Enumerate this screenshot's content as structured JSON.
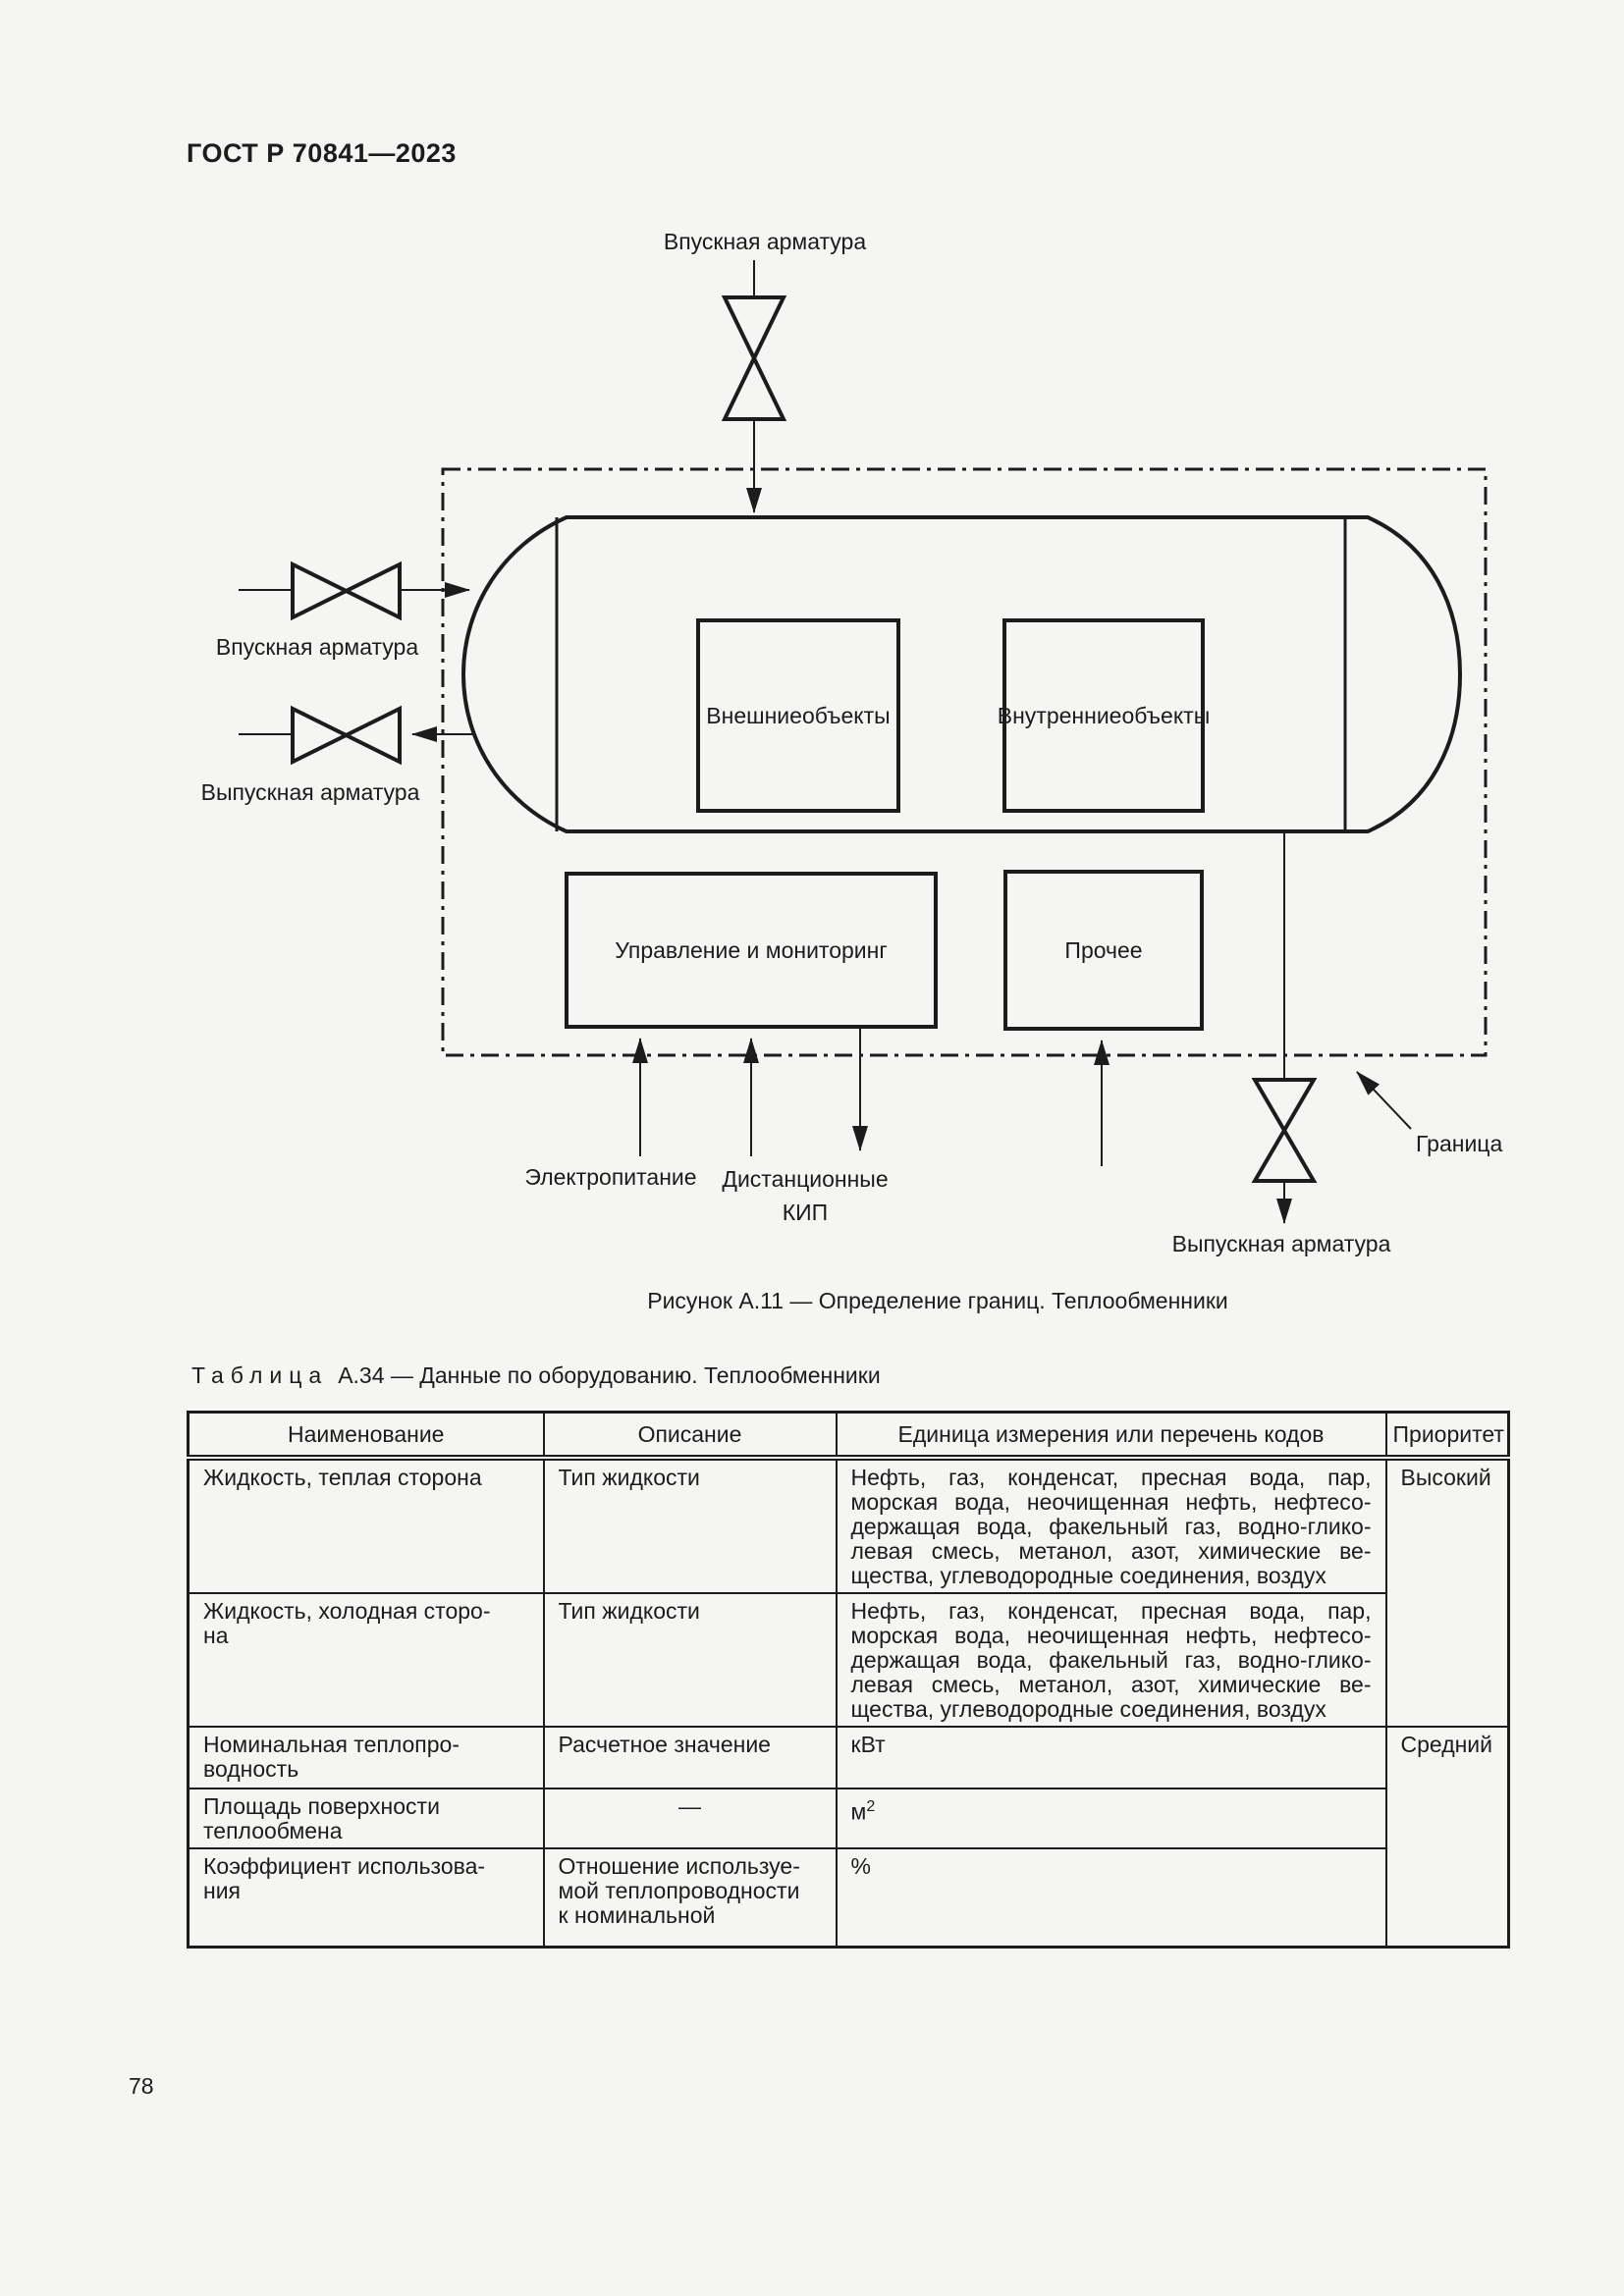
{
  "page": {
    "header": "ГОСТ Р 70841—2023",
    "number": "78"
  },
  "figure": {
    "caption": "Рисунок А.11 — Определение границ. Теплообменники",
    "labels": {
      "inlet_top": "Впускная арматура",
      "inlet_left": "Впускная арматура",
      "outlet_left": "Выпускная арматура",
      "power": "Электропитание",
      "remote": [
        "Дистанционные",
        "КИП"
      ],
      "outlet_bottom": "Выпускная арматура",
      "boundary": "Граница"
    },
    "blocks": {
      "external": [
        "Внешние",
        "объекты"
      ],
      "internal": [
        "Внутренние",
        "объекты"
      ],
      "control": "Управление и мониторинг",
      "other": "Прочее"
    }
  },
  "table": {
    "title_word": "Таблица",
    "title_rest": "А.34 — Данные по оборудованию. Теплообменники",
    "headers": [
      "Наименование",
      "Описание",
      "Единица измерения или перечень кодов",
      "Приоритет"
    ],
    "rows": [
      {
        "name": "Жидкость, теплая сторона",
        "desc": "Тип жидкости",
        "unit": [
          "Нефть, газ, конденсат, пресная вода, пар,",
          "морская вода, неочищенная нефть, нефтесо-",
          "держащая вода, факельный газ, водно-глико-",
          "левая смесь, метанол, азот, химические ве-",
          "щества, углеводородные соединения, воздух"
        ],
        "priority": "Высокий"
      },
      {
        "name": [
          "Жидкость, холодная сторо-",
          "на"
        ],
        "desc": "Тип жидкости",
        "unit": [
          "Нефть, газ, конденсат, пресная вода, пар,",
          "морская вода, неочищенная нефть, нефтесо-",
          "держащая вода, факельный газ, водно-глико-",
          "левая смесь, метанол, азот, химические ве-",
          "щества, углеводородные соединения, воздух"
        ]
      },
      {
        "name": [
          "Номинальная теплопро-",
          "водность"
        ],
        "desc": "Расчетное значение",
        "unit": "кВт",
        "priority": "Средний"
      },
      {
        "name": [
          "Площадь поверхности",
          "теплообмена"
        ],
        "desc": "—",
        "unit_base": "м",
        "unit_sup": "2"
      },
      {
        "name": [
          "Коэффициент использова-",
          "ния"
        ],
        "desc": [
          "Отношение используе-",
          "мой теплопроводности",
          "к номинальной"
        ],
        "unit": "%"
      }
    ]
  }
}
